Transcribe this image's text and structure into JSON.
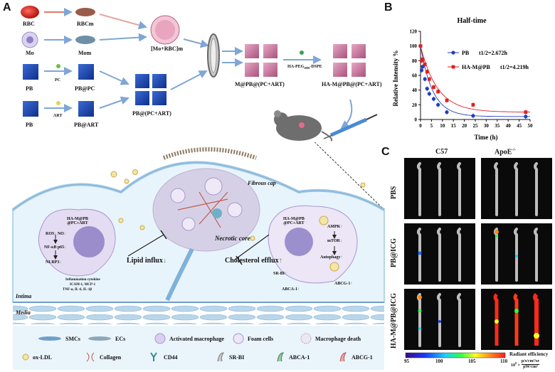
{
  "panels": {
    "a": "A",
    "b": "B",
    "c": "C"
  },
  "prep": {
    "rbc": "RBC",
    "rbcm": "RBCm",
    "mo": "Mo",
    "mom": "Mom",
    "hybrid": "[Mo+RBC]m",
    "pb": "PB",
    "pc": "PC",
    "pb_pc": "PB@PC",
    "pb2": "PB",
    "art": "ART",
    "pb_art": "PB@ART",
    "pb_pc_art": "PB@(PC+ART)",
    "m_pb": "M@PB@(PC+ART)",
    "ha_peg": "HA-PEG",
    "ha_peg_sub": "2000",
    "ha_peg_tail": "-DSPE",
    "ha_m_pb": "HA-M@PB@(PC+ART)"
  },
  "mechanism": {
    "fibrous_cap": "Fibrous cap",
    "necrotic_core": "Necrotic core",
    "intima": "Intima",
    "media": "Media",
    "lipid_influx": "Lipid influx",
    "chol_efflux": "Cholesterol efflux",
    "left_np": "HA-M@PB\n@PC+ART",
    "ros": "ROS",
    "no": "NO",
    "nfkb": "NF-κB p65",
    "nlrp3": "NLRP3",
    "cytokine1": "Inflammation cytokine",
    "cytokine2": "ICAM-1, MCP-1",
    "cytokine3": "TNF-α, IL-6, IL-1β",
    "right_np": "HA-M@PB\n@PC+ART",
    "ampk": "AMPK",
    "mtor": "mTOR",
    "autophagy": "Autophagy",
    "srbi": "SR-BI",
    "abca1": "ABCA-1",
    "abcg1": "ABCG-1"
  },
  "legend": [
    {
      "label": "SMCs"
    },
    {
      "label": "ECs"
    },
    {
      "label": "Activated macrophage"
    },
    {
      "label": "Foam cells"
    },
    {
      "label": "Macrophage death"
    },
    {
      "label": "ox-LDL"
    },
    {
      "label": "Collagen"
    },
    {
      "label": "CD44"
    },
    {
      "label": "SR-BI"
    },
    {
      "label": "ABCA-1"
    },
    {
      "label": "ABCG-1"
    }
  ],
  "chart_data": {
    "type": "line",
    "title": "Half-time",
    "xlabel": "Time (h)",
    "ylabel": "Relative Intensity %",
    "xlim": [
      0,
      50
    ],
    "ylim": [
      0,
      120
    ],
    "xticks": [
      0,
      5,
      10,
      15,
      20,
      25,
      30,
      35,
      40,
      45,
      50
    ],
    "yticks": [
      0,
      20,
      40,
      60,
      80,
      100,
      120
    ],
    "series": [
      {
        "name": "PB",
        "half_life_label": "t1/2=2.672h",
        "color": "#1f3fbf",
        "marker": "circle",
        "x": [
          0,
          0.5,
          1,
          2,
          3,
          4,
          6,
          8,
          12,
          24,
          48
        ],
        "y": [
          100,
          67,
          72,
          55,
          42,
          35,
          28,
          20,
          10,
          5,
          4
        ],
        "fit_end": 6,
        "fit_k": 0.18
      },
      {
        "name": "HA-M@PB",
        "half_life_label": "t1/2=4.219h",
        "color": "#e02020",
        "marker": "square",
        "x": [
          0,
          0.5,
          1,
          2,
          3,
          4,
          6,
          8,
          12,
          24,
          48
        ],
        "y": [
          100,
          80,
          82,
          75,
          65,
          55,
          44,
          38,
          26,
          20,
          10
        ],
        "fit_end": 13,
        "fit_k": 0.13
      }
    ],
    "legend_position": "right",
    "grid": false
  },
  "imaging": {
    "col_c57": "C57",
    "col_apoe": "ApoE",
    "col_apoe_sup": "-/-",
    "row_pbs": "PBS",
    "row_pbicg": "PB@ICG",
    "row_hampb": "HA-M@PB@ICG",
    "scale_title": "Radiant efficiency",
    "scale_unit_pre": "10",
    "scale_unit_exp": "8",
    "scale_unit_mid": "×",
    "scale_unit_num": "p/s/cm²/sr",
    "scale_unit_den": "μW/cm²",
    "ticks": [
      "95",
      "100",
      "105",
      "110"
    ]
  }
}
